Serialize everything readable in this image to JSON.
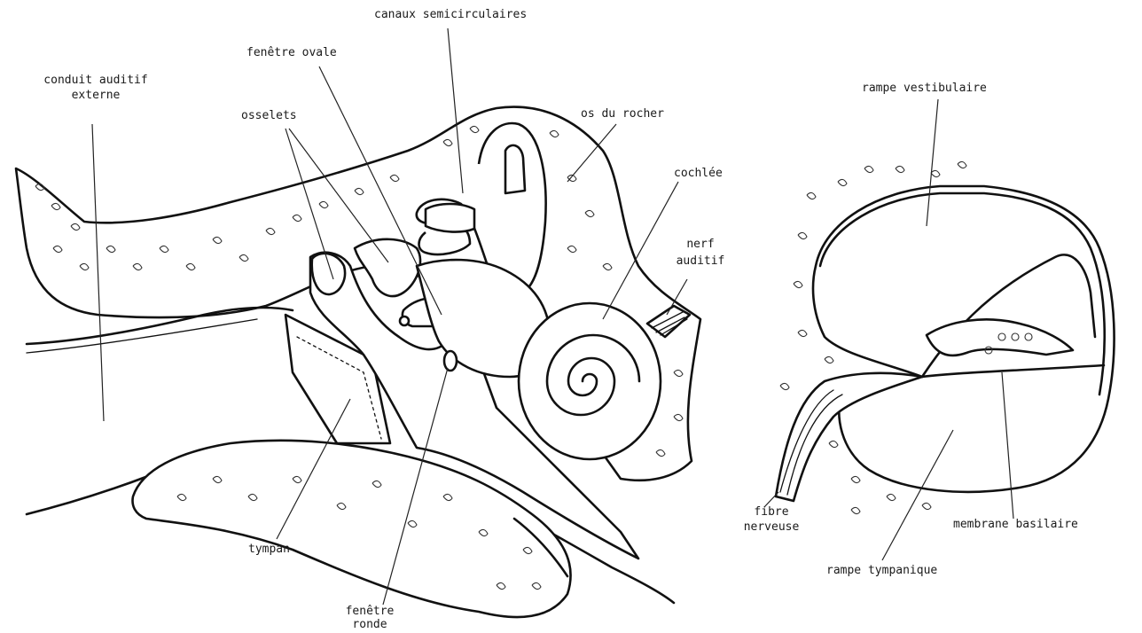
{
  "labels": {
    "canaux": "canaux semicirculaires",
    "fenetre_ovale": "fenêtre ovale",
    "conduit_l1": "conduit auditif",
    "conduit_l2": "externe",
    "osselets": "osselets",
    "os_du_rocher": "os du rocher",
    "cochlee": "cochlée",
    "nerf_l1": "nerf",
    "nerf_l2": "auditif",
    "tympan": "tympan",
    "fenetre_ronde_l1": "fenêtre",
    "fenetre_ronde_l2": "ronde",
    "rampe_vestibulaire": "rampe vestibulaire",
    "fibre_l1": "fibre",
    "fibre_l2": "nerveuse",
    "membrane_basilaire": "membrane basilaire",
    "rampe_tympanique": "rampe tympanique"
  },
  "colors": {
    "ink": "#111111",
    "paper": "#ffffff"
  }
}
